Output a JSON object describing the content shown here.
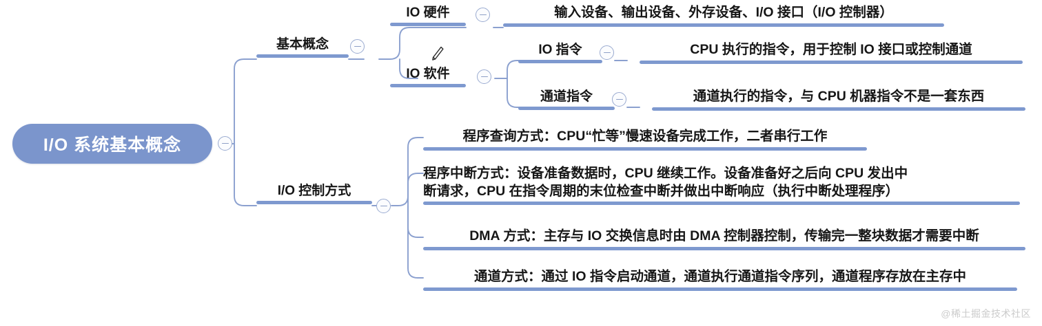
{
  "root": {
    "label": "I/O 系统基本概念",
    "color": "#7b95cc",
    "text_color": "#ffffff"
  },
  "theme": {
    "branch_color": "#7e99cf",
    "connector_color": "#8ba0cf",
    "text_color": "#161616",
    "background": "#ffffff"
  },
  "branches": [
    {
      "label": "基本概念",
      "children": [
        {
          "label": "IO 硬件",
          "detail": "输入设备、输出设备、外存设备、I/O 接口（I/O 控制器）"
        },
        {
          "label": "IO 软件",
          "children": [
            {
              "label": "IO 指令",
              "detail": "CPU 执行的指令，用于控制 IO 接口或控制通道"
            },
            {
              "label": "通道指令",
              "detail": "通道执行的指令，与 CPU 机器指令不是一套东西"
            }
          ]
        }
      ]
    },
    {
      "label": "I/O 控制方式",
      "children": [
        {
          "detail": "程序查询方式：CPU“忙等”慢速设备完成工作，二者串行工作"
        },
        {
          "detail_line1": "程序中断方式：设备准备数据时，CPU 继续工作。设备准备好之后向 CPU 发出中",
          "detail_line2": "断请求，CPU 在指令周期的末位检查中断并做出中断响应（执行中断处理程序）"
        },
        {
          "detail": "DMA 方式：主存与 IO 交换信息时由 DMA 控制器控制，传输完一整块数据才需要中断"
        },
        {
          "detail": "通道方式：通过 IO 指令启动通道，通道执行通道指令序列，通道程序存放在主存中"
        }
      ]
    }
  ],
  "icons": {
    "collapse": "minus-circle-icon",
    "edit": "pencil-icon"
  },
  "watermark": "@稀土掘金技术社区"
}
